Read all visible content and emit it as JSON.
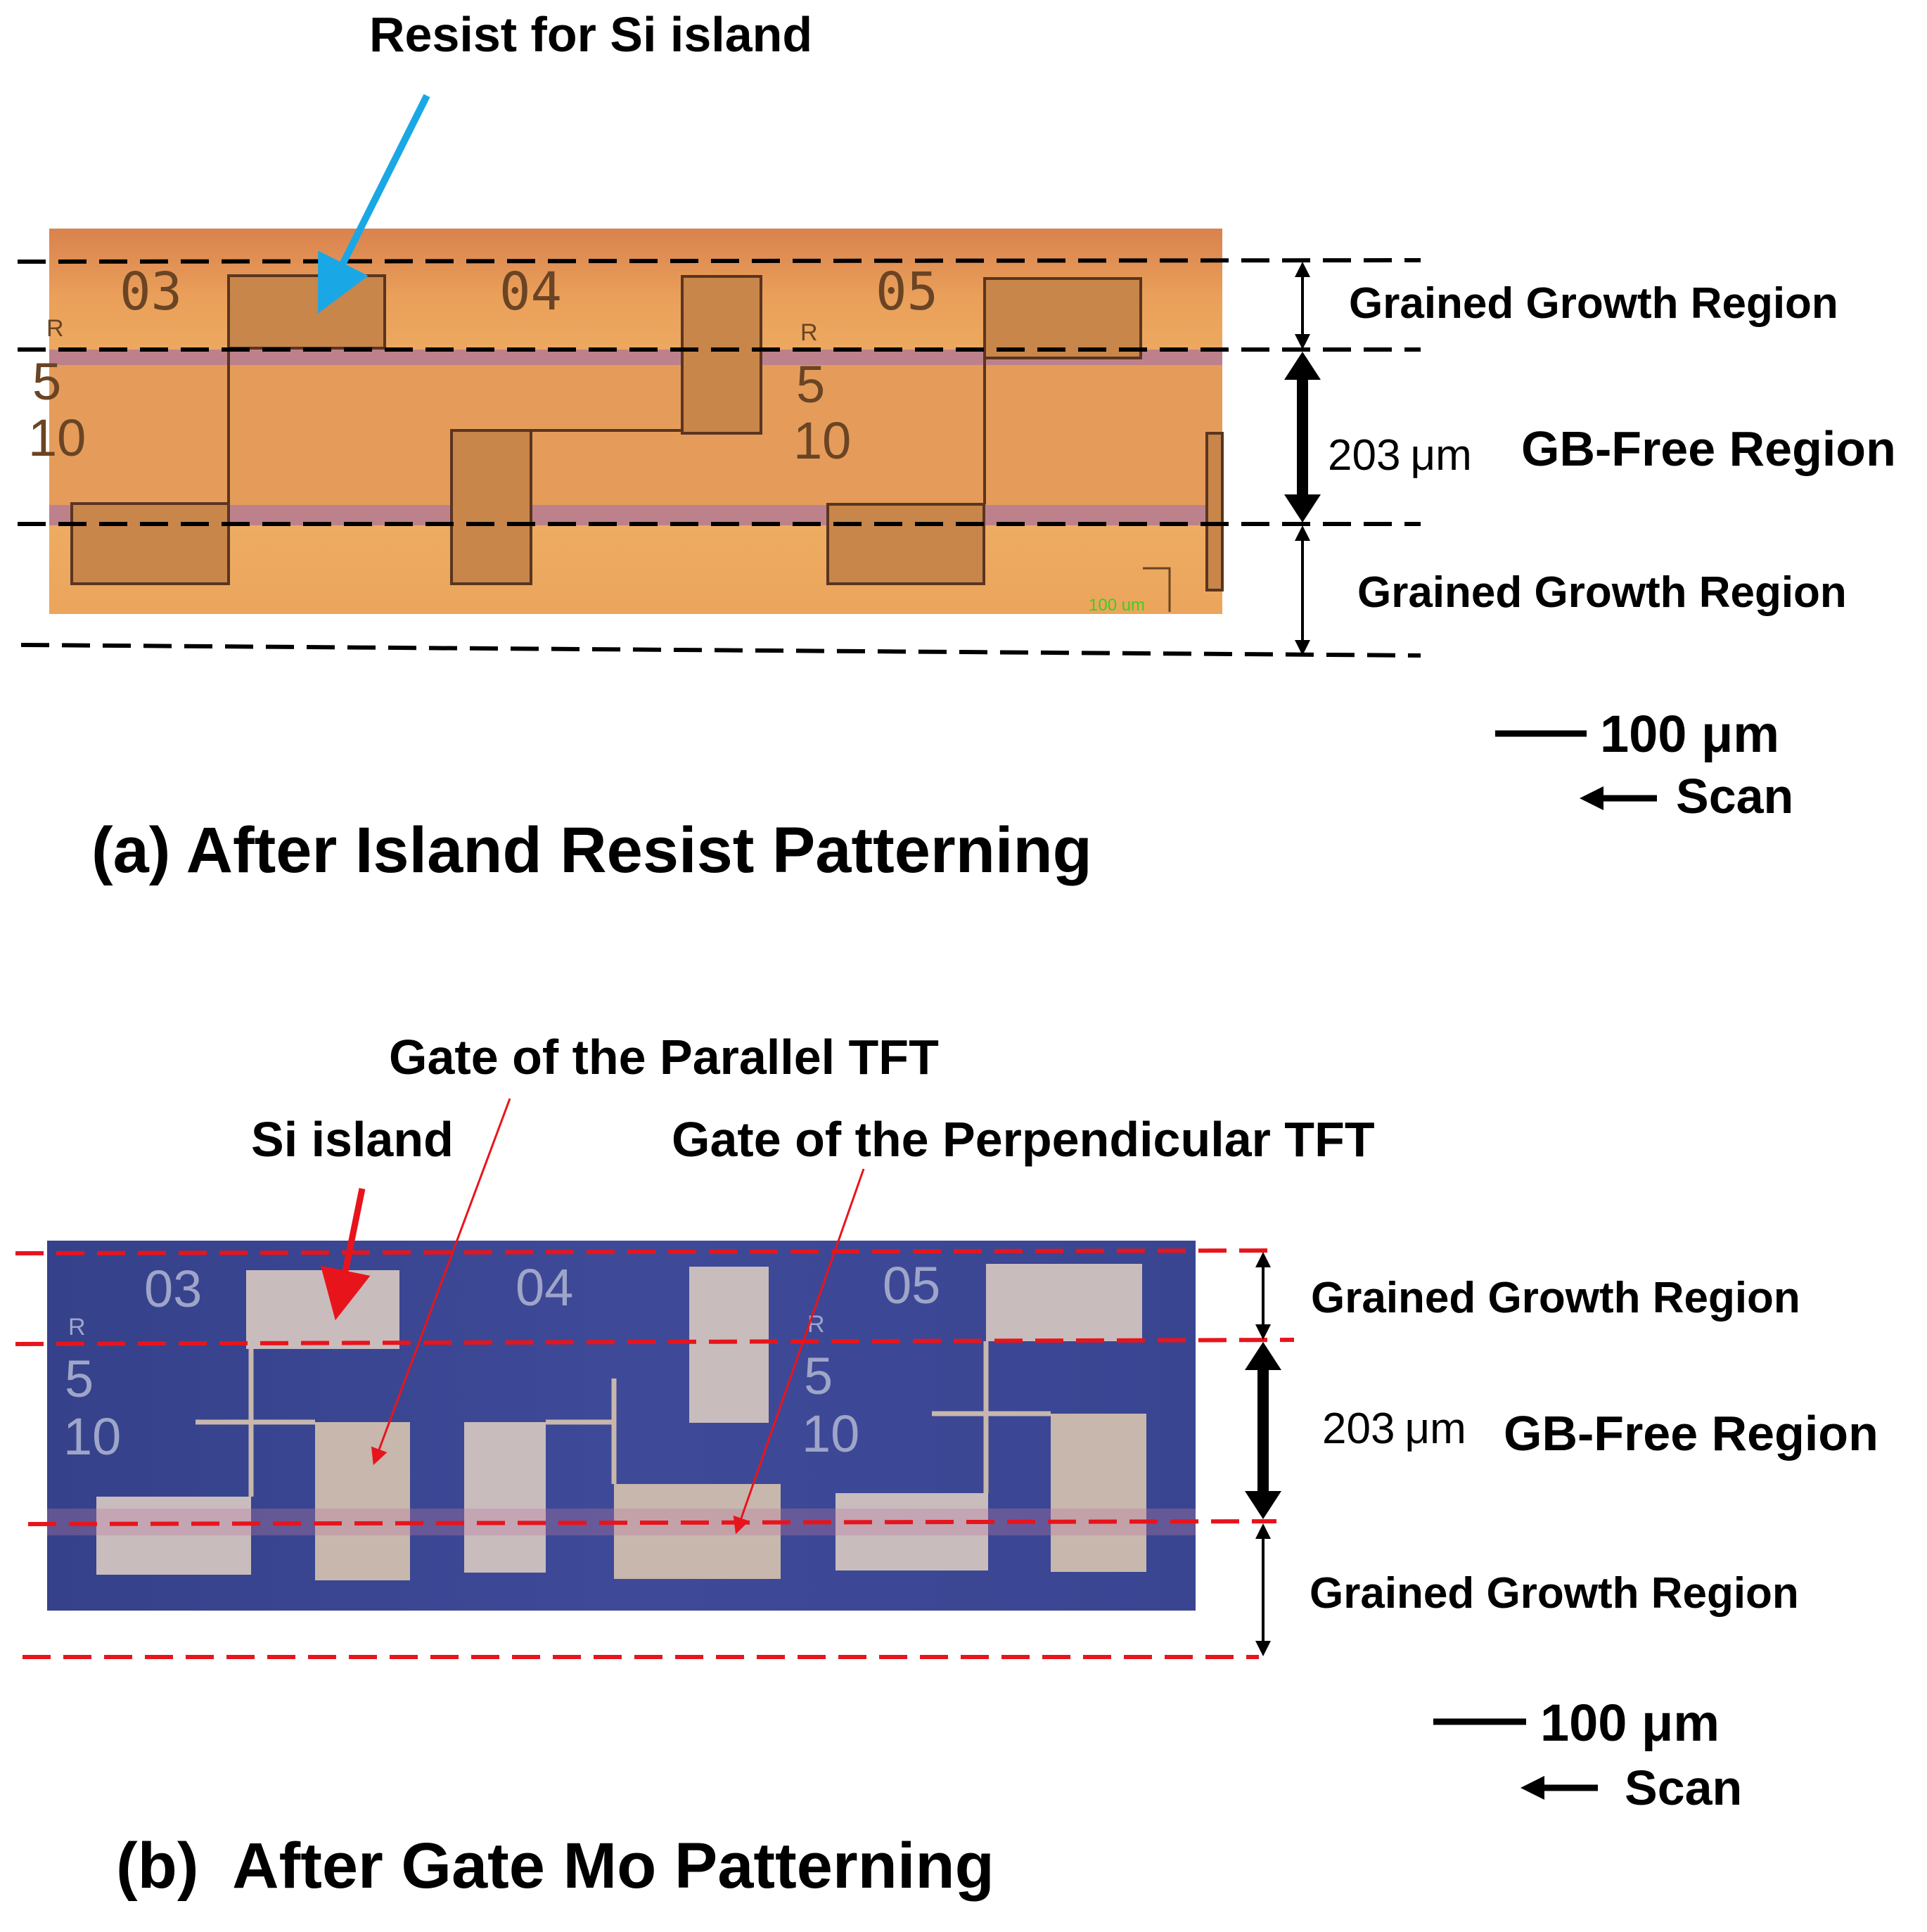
{
  "panel_a": {
    "callout": "Resist for Si island",
    "die_labels": [
      "03",
      "04",
      "05"
    ],
    "side_marks": {
      "r": "R",
      "five": "5",
      "ten": "10"
    },
    "micro_scale_text": "100 um",
    "region_top": "Grained Growth Region",
    "width_value": "203",
    "width_unit": "μm",
    "region_mid": "GB-Free Region",
    "region_bottom": "Grained Growth Region",
    "scale_bar": "100 μm",
    "scan": "Scan",
    "caption": "(a) After Island Resist Patterning"
  },
  "panel_b": {
    "callout_parallel": "Gate of the Parallel TFT",
    "callout_si": "Si island",
    "callout_perp": "Gate of the Perpendicular TFT",
    "die_labels": [
      "03",
      "04",
      "05"
    ],
    "side_marks": {
      "r": "R",
      "five": "5",
      "ten": "10"
    },
    "region_top": "Grained Growth Region",
    "width_value": "203",
    "width_unit": "μm",
    "region_mid": "GB-Free Region",
    "region_bottom": "Grained Growth Region",
    "scale_bar": "100 μm",
    "scan": "Scan",
    "caption": "(b)  After Gate Mo Patterning"
  },
  "colors": {
    "callout_arrow_a": "#1aa7e6",
    "guide_lines_a": "#000000",
    "guide_lines_b": "#e8141c",
    "callout_arrows_b": "#e8141c",
    "micrograph_a_base": "#e49a4e",
    "micrograph_b_base": "#3a4691"
  }
}
